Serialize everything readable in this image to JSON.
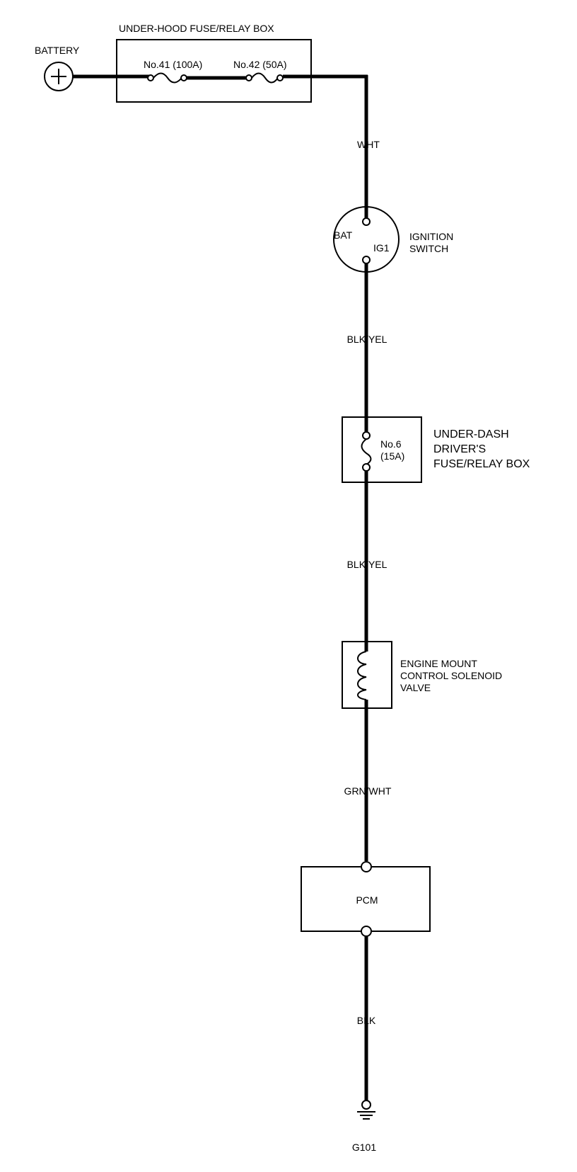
{
  "battery": {
    "label": "BATTERY",
    "symbol": "+"
  },
  "underhood_box": {
    "title": "UNDER-HOOD FUSE/RELAY BOX",
    "fuse_a": "No.41 (100A)",
    "fuse_b": "No.42 (50A)"
  },
  "wires": {
    "w1": "WHT",
    "w2": "BLK/YEL",
    "w3": "BLK/YEL",
    "w4": "GRN/WHT",
    "w5": "BLK"
  },
  "ignition": {
    "bat": "BAT",
    "ig1": "IG1",
    "line1": "IGNITION",
    "line2": "SWITCH"
  },
  "underdash_box": {
    "fuse_no": "No.6",
    "fuse_rating": "(15A)",
    "line1": "UNDER-DASH",
    "line2": "DRIVER'S",
    "line3": "FUSE/RELAY BOX"
  },
  "solenoid": {
    "line1": "ENGINE MOUNT",
    "line2": "CONTROL SOLENOID",
    "line3": "VALVE"
  },
  "pcm": {
    "label": "PCM"
  },
  "ground": {
    "label": "G101"
  }
}
